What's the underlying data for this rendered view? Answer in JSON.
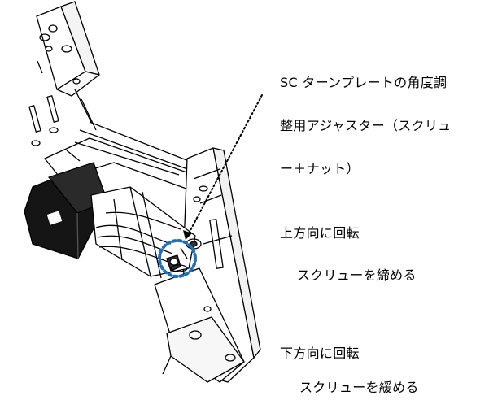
{
  "callout": {
    "line1": "SC ターンプレートの角度調",
    "line2": "整用アジャスター（スクリュ",
    "line3": "ー＋ナット）"
  },
  "up": {
    "heading": "上方向に回転",
    "action": "スクリューを締める"
  },
  "down": {
    "heading": "下方向に回転",
    "action": "スクリューを緩める"
  },
  "colors": {
    "line": "#000000",
    "shade": "#111111",
    "highlight_circle": "#1f6fbf"
  }
}
